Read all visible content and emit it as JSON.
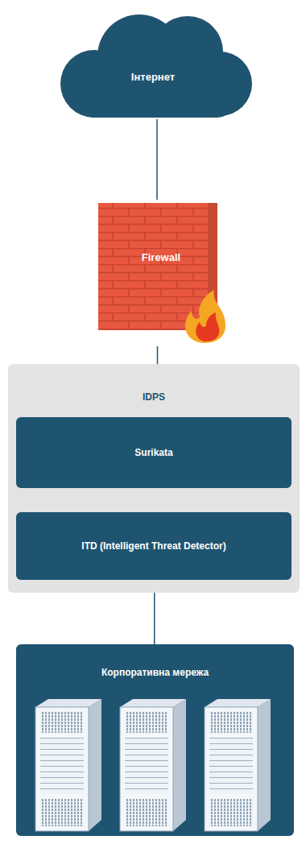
{
  "diagram": {
    "nodes": [
      {
        "text": [
          "Інтернет"
        ]
      },
      {
        "text": [
          "Firewall"
        ]
      },
      {
        "text": [
          "IDPS"
        ]
      },
      {
        "text": [
          "Surikata"
        ],
        "in": 2
      },
      {
        "text": [
          "ITD (Intelligent Threat Detector)"
        ],
        "in": 2
      },
      {
        "text": [
          "Корпоративна мережа"
        ]
      }
    ],
    "edges": [
      {
        "from": 0,
        "to": 1,
        "arrow": "none"
      },
      {
        "from": 1,
        "to": 2,
        "arrow": "none"
      },
      {
        "from": 3,
        "to": 4,
        "arrow": "to"
      },
      {
        "from": 2,
        "to": 5,
        "arrow": "none"
      }
    ]
  }
}
